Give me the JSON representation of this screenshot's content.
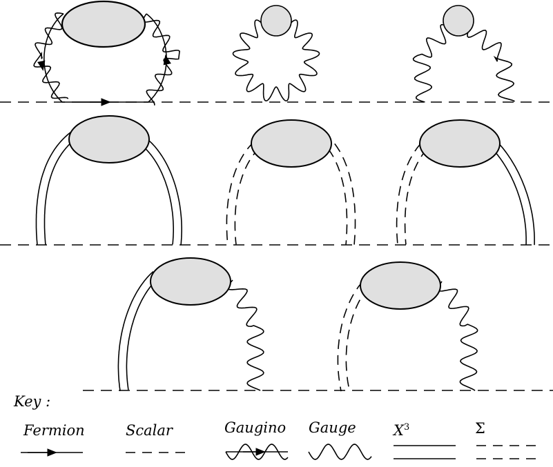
{
  "key": {
    "title": "Key :",
    "fermion": "Fermion",
    "scalar": "Scalar",
    "gaugino": "Gaugino",
    "gauge": "Gauge",
    "x3": "X",
    "x3_exp": "3",
    "sigma": "Σ"
  },
  "colors": {
    "blob_fill": "#e0e0e0",
    "line": "#000000",
    "background": "#ffffff"
  }
}
